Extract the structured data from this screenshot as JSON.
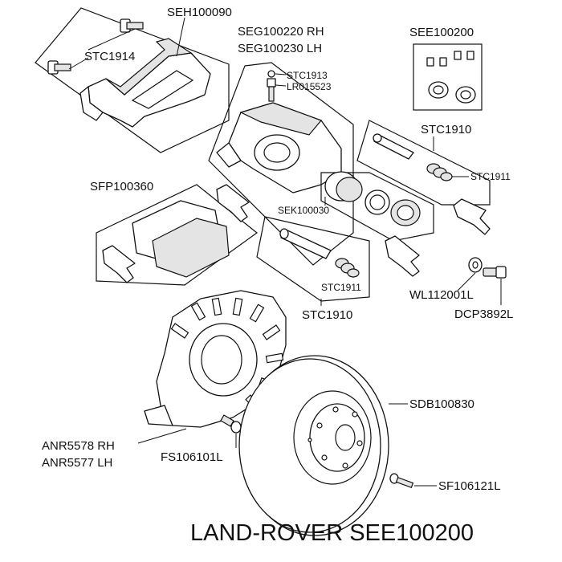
{
  "labels": {
    "bracket": "SEH100090",
    "bracket_bolt": "STC1914",
    "caliper_rh": "SEG100220 RH",
    "caliper_lh": "SEG100230 LH",
    "bleed_cap": "STC1913",
    "bleed_screw": "LR015523",
    "seal_kit": "SEE100200",
    "guide_pin_top": "STC1910",
    "boot_top": "STC1911",
    "pads": "SFP100360",
    "piston_kit": "SEK100030",
    "boot_bottom": "STC1911",
    "washer": "WL112001L",
    "bolt": "DCP3892L",
    "guide_pin_bottom": "STC1910",
    "disc": "SDB100830",
    "shield_rh": "ANR5578 RH",
    "shield_lh": "ANR5577 LH",
    "shield_screw": "FS106101L",
    "disc_screw": "SF106121L"
  },
  "footer": {
    "brand_text": "LAND-ROVER SEE100200"
  }
}
